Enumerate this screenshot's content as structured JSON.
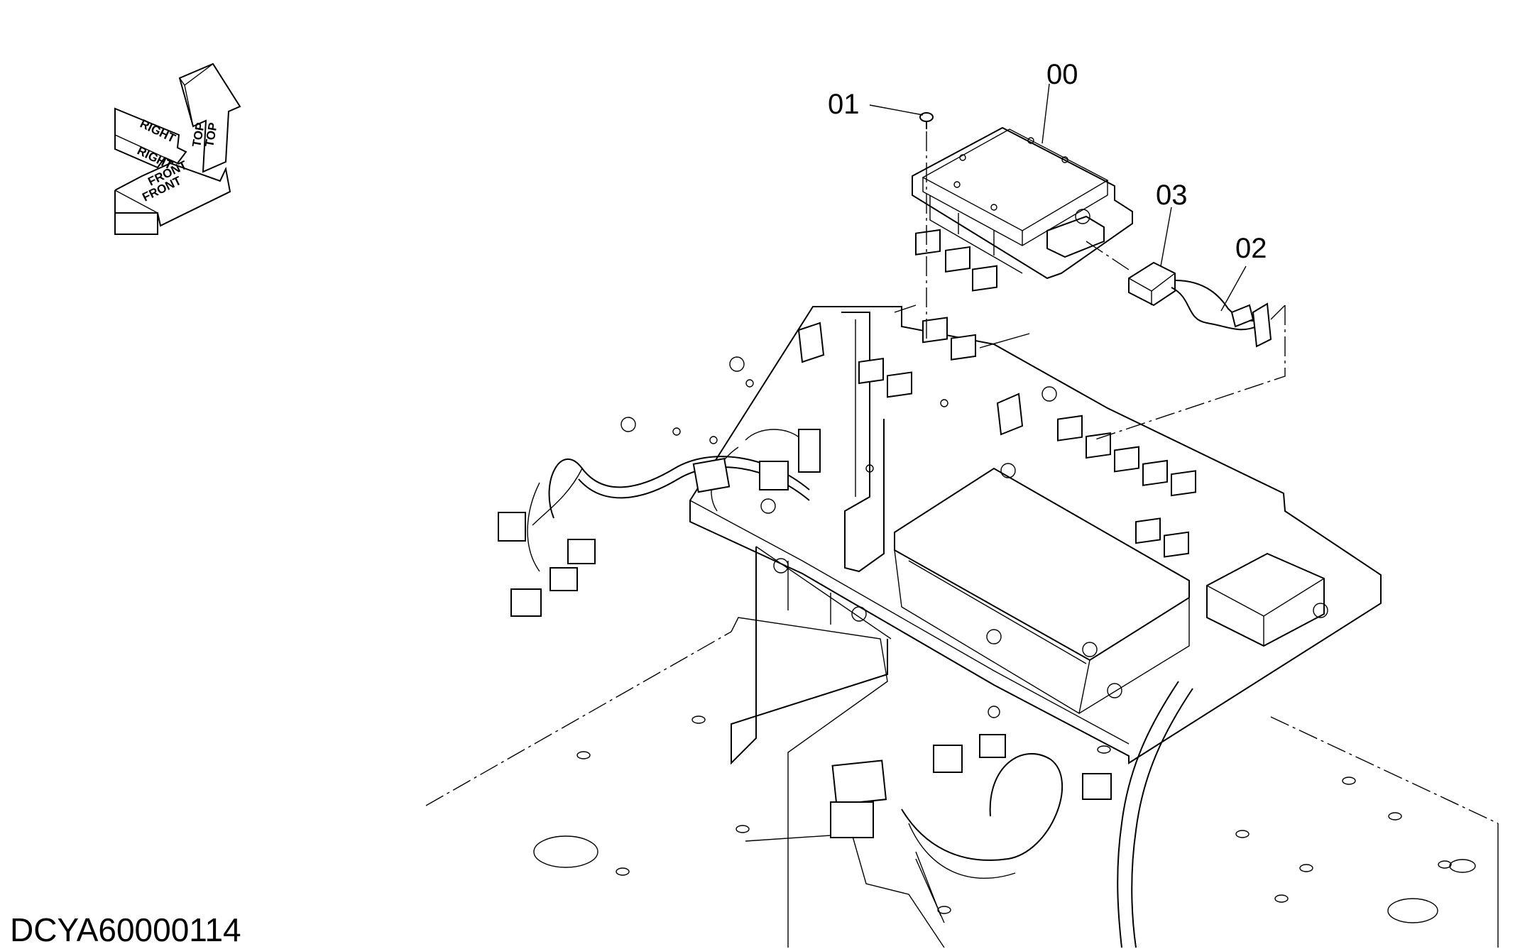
{
  "orientation": {
    "top": "TOP",
    "right": "RIGHT",
    "front": "FRONT"
  },
  "callouts": [
    {
      "id": "part-00",
      "text": "00"
    },
    {
      "id": "part-01",
      "text": "01"
    },
    {
      "id": "part-02",
      "text": "02"
    },
    {
      "id": "part-03",
      "text": "03"
    }
  ],
  "drawing_id": "DCYA60000114"
}
